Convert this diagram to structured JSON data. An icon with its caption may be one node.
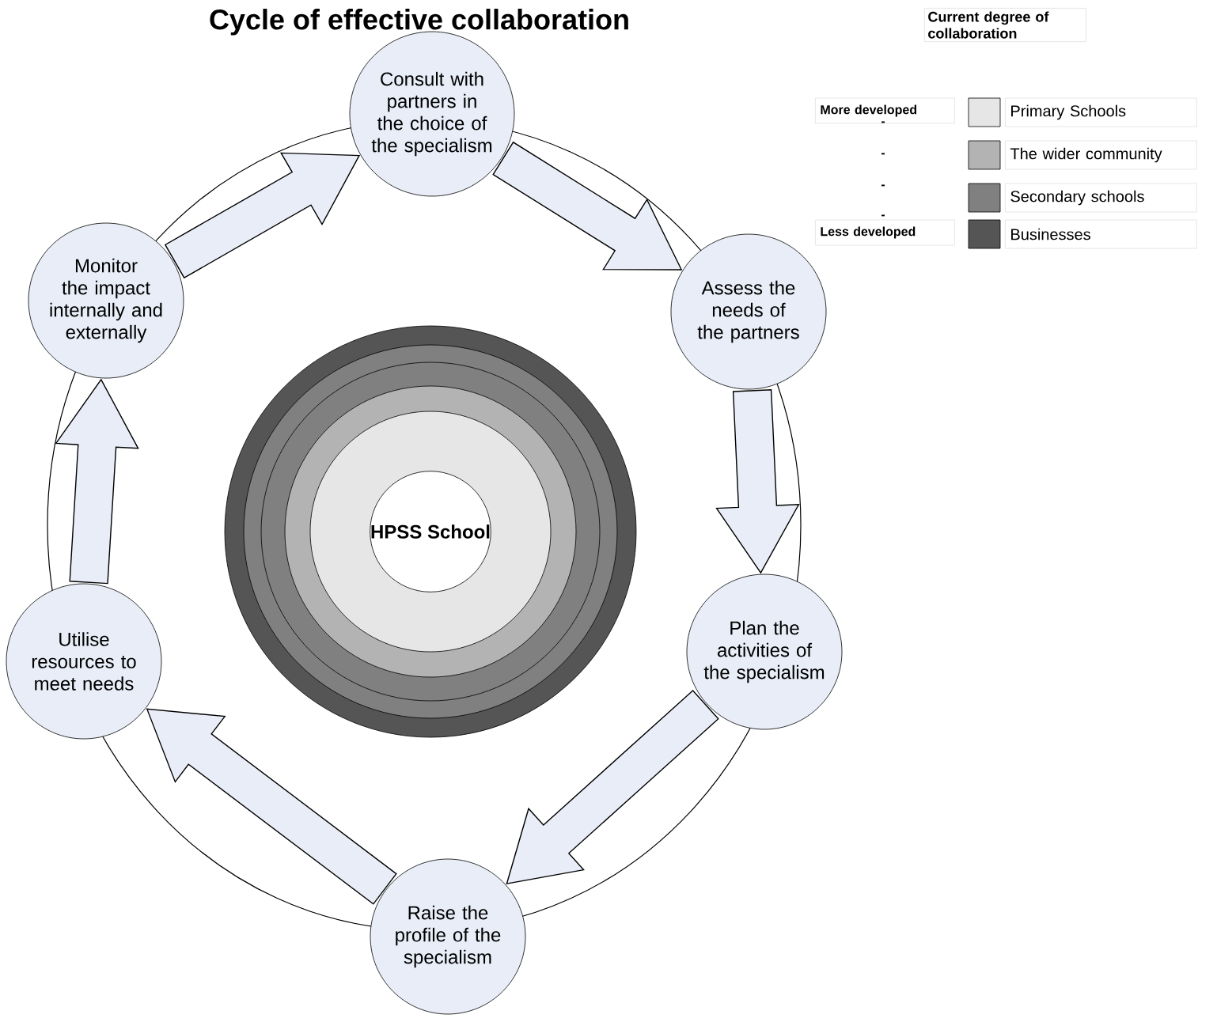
{
  "diagram": {
    "title": "Cycle of effective collaboration",
    "nodes": [
      {
        "text": [
          "Consult with partners in the choice of the specialism"
        ]
      },
      {
        "text": [
          "Assess the needs of the partners"
        ]
      },
      {
        "text": [
          "Plan the activities of the specialism"
        ]
      },
      {
        "text": [
          "Raise the profile of the specialism"
        ]
      },
      {
        "text": [
          "Utilise resources to meet needs"
        ]
      },
      {
        "text": [
          "Monitor the impact internally and externally"
        ]
      },
      {
        "text": [
          "HPSS School"
        ]
      }
    ],
    "edges": [
      {
        "from": 0,
        "to": 1,
        "arrow": "to"
      },
      {
        "from": 1,
        "to": 2,
        "arrow": "to"
      },
      {
        "from": 2,
        "to": 3,
        "arrow": "to"
      },
      {
        "from": 3,
        "to": 4,
        "arrow": "to"
      },
      {
        "from": 4,
        "to": 5,
        "arrow": "to"
      },
      {
        "from": 5,
        "to": 0,
        "arrow": "to"
      }
    ],
    "labels": [
      "Current degree of collaboration",
      "More developed",
      "-",
      "-",
      "-",
      "-",
      "Less developed"
    ],
    "legend": [
      {
        "text": "Primary Schools",
        "color": "#e6e6e6"
      },
      {
        "text": "The wider community",
        "color": "#b3b3b3"
      },
      {
        "text": "Secondary schools",
        "color": "#808080"
      },
      {
        "text": "Businesses",
        "color": "#555555"
      }
    ]
  }
}
